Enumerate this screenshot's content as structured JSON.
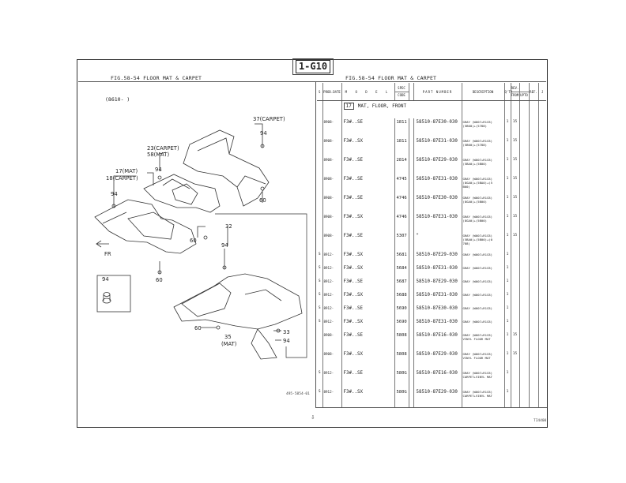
{
  "section_code": "1-G10",
  "figure_title_left": "FIG.58-54 FLOOR MAT & CARPET",
  "figure_title_right": "FIG.58-54 FLOOR MAT & CARPET",
  "range_note": "(8610-    )",
  "diagram_ref": "495-5854-01",
  "page_id": "TI4400",
  "bottom_symbol": "⇩",
  "callouts": {
    "c37": "37(CARPET)",
    "c94a": "94",
    "c23": "23(CARPET)",
    "c58": "58(MAT)",
    "c17": "17(MAT)",
    "c18": "18(CARPET)",
    "c94b": "94",
    "c94c": "94",
    "c60a": "60",
    "c60b": "60",
    "c60c": "60",
    "c60d": "60",
    "c32": "32",
    "c94d": "94",
    "c35": "35",
    "c35b": "(MAT)",
    "c33": "33",
    "c94e": "94",
    "c94f": "94",
    "fr": "FR"
  },
  "table_headers": {
    "s": "S",
    "prod_date": "PROD.DATE",
    "model": "M O D E L",
    "spec": "SPEC",
    "code": "CODE",
    "part_number": "PART NUMBER",
    "description": "DESCRIPTION",
    "qty": "Q'TY",
    "rev": "REV.",
    "from": "FROM",
    "upto": "UPTO",
    "ref": "REF.",
    "j": "J"
  },
  "group": {
    "number": "17",
    "name": "MAT, FLOOR, FRONT"
  },
  "rows": [
    {
      "s": "",
      "prod_date": "8908-",
      "model": "F3#..SE",
      "code": "1811",
      "part_number": "58510-87E30-030",
      "description": [
        "GRAY (W007+R1C8)",
        "(5B00)+(5788)"
      ],
      "qty": "1",
      "ref": "15"
    },
    {
      "s": "",
      "prod_date": "8908-",
      "model": "F3#..SX",
      "code": "1811",
      "part_number": "58510-87E31-030",
      "description": [
        "GRAY (W007+R1C8)",
        "(5B00)+(5788)"
      ],
      "qty": "1",
      "ref": "15"
    },
    {
      "s": "",
      "prod_date": "8908-",
      "model": "F3#..SE",
      "code": "2814",
      "part_number": "58510-87E29-030",
      "description": [
        "GRAY (W007+R1C8)",
        "(5BA0)+(5B00)"
      ],
      "qty": "1",
      "ref": "15"
    },
    {
      "s": "",
      "prod_date": "8908-",
      "model": "F3#..SE",
      "code": "4745",
      "part_number": "58510-87E31-030",
      "description": [
        "GRAY (W007+R1C8)",
        "(8GA0)+(5BA0)+(5",
        "B00)"
      ],
      "qty": "1",
      "ref": "15"
    },
    {
      "s": "",
      "prod_date": "8908-",
      "model": "F3#..SE",
      "code": "4746",
      "part_number": "58510-87E30-030",
      "description": [
        "GRAY (W007+R1C8)",
        "(8GA0)+(5B00)"
      ],
      "qty": "1",
      "ref": "15"
    },
    {
      "s": "",
      "prod_date": "8908-",
      "model": "F3#..SX",
      "code": "4746",
      "part_number": "58510-87E31-030",
      "description": [
        "GRAY (W007+R1C8)",
        "(8GA0)+(5B00)"
      ],
      "qty": "1",
      "ref": "15"
    },
    {
      "s": "",
      "prod_date": "8908-",
      "model": "F3#..SE",
      "code": "5307",
      "part_number": "\"",
      "description": [
        "GRAY (W007+R1C8)",
        "(5BA0)+(5B00)+(0",
        "788)"
      ],
      "qty": "1",
      "ref": "15"
    },
    {
      "s": "S",
      "prod_date": "8912-",
      "model": "F3#..SX",
      "code": "5681",
      "part_number": "58510-87E29-030",
      "description": [
        "GRAY (W007+R1C8)"
      ],
      "qty": "1",
      "ref": ""
    },
    {
      "s": "S",
      "prod_date": "8912-",
      "model": "F3#..SX",
      "code": "5684",
      "part_number": "58510-87E31-030",
      "description": [
        "GRAY (W007+R1C8)"
      ],
      "qty": "1",
      "ref": ""
    },
    {
      "s": "S",
      "prod_date": "8912-",
      "model": "F3#..SE",
      "code": "5687",
      "part_number": "58510-87E29-030",
      "description": [
        "GRAY (W007+R1C8)"
      ],
      "qty": "1",
      "ref": ""
    },
    {
      "s": "S",
      "prod_date": "8912-",
      "model": "F3#..SX",
      "code": "5688",
      "part_number": "58510-87E31-030",
      "description": [
        "GRAY (W007+R1C8)"
      ],
      "qty": "1",
      "ref": ""
    },
    {
      "s": "S",
      "prod_date": "8912-",
      "model": "F3#..SE",
      "code": "5690",
      "part_number": "58510-87E30-030",
      "description": [
        "GRAY (W007+R1C8)"
      ],
      "qty": "1",
      "ref": ""
    },
    {
      "s": "S",
      "prod_date": "8912-",
      "model": "F3#..SX",
      "code": "5690",
      "part_number": "58510-87E31-030",
      "description": [
        "GRAY (W007+R1C8)"
      ],
      "qty": "1",
      "ref": ""
    },
    {
      "s": "",
      "prod_date": "8908-",
      "model": "F3#..SE",
      "code": "5808",
      "part_number": "58510-87E16-030",
      "description": [
        "GRAY (W007+R1C8)",
        "VINYL FLOOR MAT"
      ],
      "qty": "1",
      "ref": "15"
    },
    {
      "s": "",
      "prod_date": "8908-",
      "model": "F3#..SX",
      "code": "5808",
      "part_number": "58510-87E29-030",
      "description": [
        "GRAY (W007+R1C8)",
        "VINYL FLOOR MAT"
      ],
      "qty": "1",
      "ref": "15"
    },
    {
      "s": "S",
      "prod_date": "8912-",
      "model": "F3#..SE",
      "code": "580G",
      "part_number": "58510-87E16-030",
      "description": [
        "GRAY (W007+R1C8)",
        "CARPET+VINYL MAT"
      ],
      "qty": "1",
      "ref": ""
    },
    {
      "s": "S",
      "prod_date": "8912-",
      "model": "F3#..SX",
      "code": "580G",
      "part_number": "58510-87E29-030",
      "description": [
        "GRAY (W007+R1C8)",
        "CARPET+VINYL MAT"
      ],
      "qty": "1",
      "ref": ""
    }
  ]
}
